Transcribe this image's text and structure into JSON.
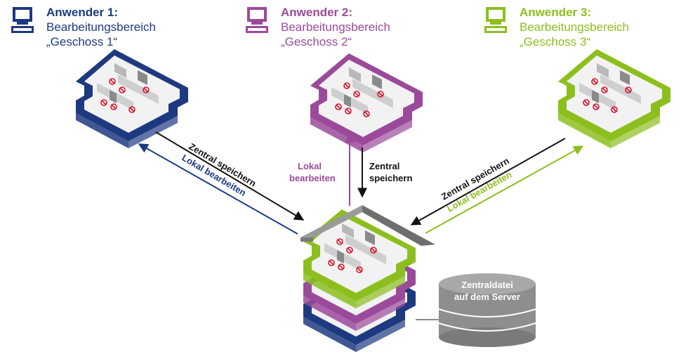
{
  "users": [
    {
      "title": "Anwender 1:",
      "line1": "Bearbeitungsbereich",
      "line2": "„Geschoss 1“",
      "color": "#1d3a80",
      "title_color": "#1d3a80",
      "text_color": "#1d3a80",
      "icon": "computer-icon"
    },
    {
      "title": "Anwender 2:",
      "line1": "Bearbeitungsbereich",
      "line2": "„Geschoss 2“",
      "color": "#9b4a9b",
      "title_color": "#9b4a9b",
      "text_color": "#9b4a9b",
      "icon": "computer-icon"
    },
    {
      "title": "Anwender 3:",
      "line1": "Bearbeitungsbereich",
      "line2": "„Geschoss 3“",
      "color": "#8cbf1e",
      "title_color": "#8cbf1e",
      "text_color": "#8cbf1e",
      "icon": "computer-icon"
    }
  ],
  "arrows": {
    "save_central": "Zentral speichern",
    "edit_local": "Lokal bearbeiten",
    "save_central_line1": "Zentral",
    "save_central_line2": "speichern",
    "edit_local_line1": "Lokal",
    "edit_local_line2": "bearbeiten"
  },
  "server": {
    "line1": "Zentraldatei",
    "line2": "auf dem Server"
  },
  "colors": {
    "blue": "#1d3a80",
    "purple": "#9b4a9b",
    "green": "#8cbf1e",
    "gray": "#8a8a8a",
    "red": "#d8142a",
    "black": "#111111"
  }
}
